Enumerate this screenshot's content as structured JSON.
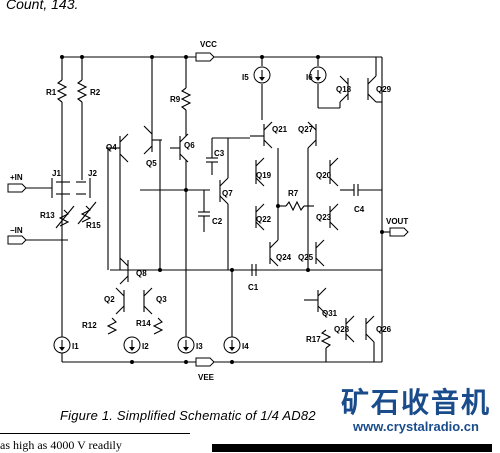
{
  "top_text": "Count, 143.",
  "caption": "Figure 1. Simplified Schematic of 1/4 AD82",
  "bottom_text": "as high as 4000 V readily",
  "watermark": {
    "chinese": "矿石收音机",
    "url": "www.crystalradio.cn"
  },
  "rails": {
    "vcc": "VCC",
    "vee": "VEE"
  },
  "pins": {
    "plus_in": "+IN",
    "minus_in": "−IN",
    "vout": "VOUT"
  },
  "resistors": [
    "R1",
    "R2",
    "R9",
    "R13",
    "R15",
    "R7",
    "R12",
    "R14",
    "R17"
  ],
  "transistors": [
    "Q4",
    "Q5",
    "Q6",
    "Q7",
    "Q8",
    "Q2",
    "Q3",
    "Q21",
    "Q19",
    "Q22",
    "Q24",
    "Q27",
    "Q20",
    "Q23",
    "Q25",
    "Q18",
    "Q29",
    "Q31",
    "Q28",
    "Q26"
  ],
  "jfets": [
    "J1",
    "J2"
  ],
  "capacitors": [
    "C3",
    "C2",
    "C1",
    "C4"
  ],
  "current_sources": [
    "I5",
    "I6",
    "I1",
    "I2",
    "I3",
    "I4"
  ],
  "colors": {
    "ink": "#000000",
    "watermark": "#1a4c8c"
  }
}
